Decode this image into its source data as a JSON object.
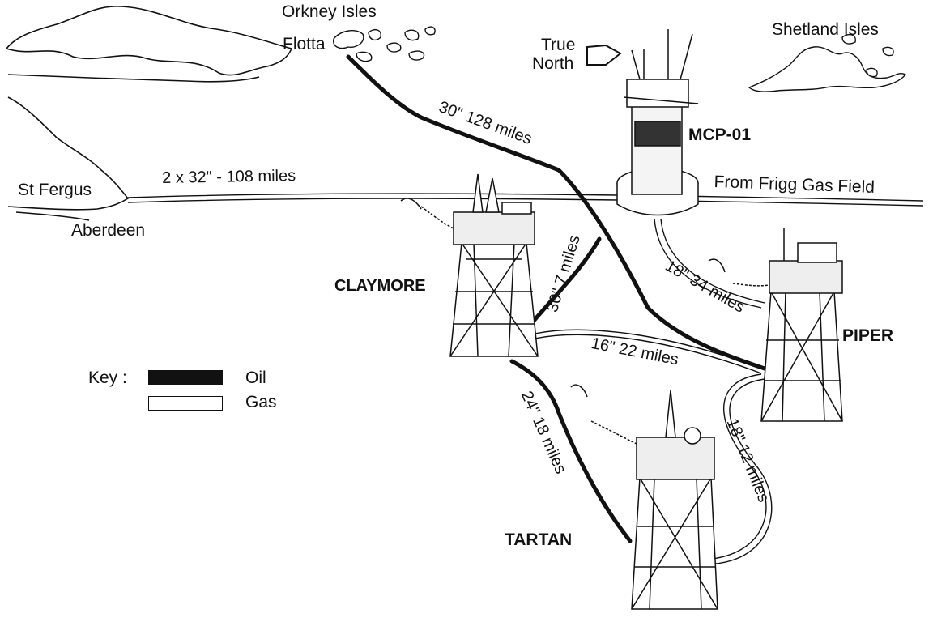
{
  "places": {
    "orkney": "Orkney Isles",
    "flotta": "Flotta",
    "true_north": "True\nNorth",
    "true_north_line1": "True",
    "true_north_line2": "North",
    "shetland": "Shetland Isles",
    "st_fergus": "St Fergus",
    "aberdeen": "Aberdeen",
    "frigg": "From Frigg Gas Field"
  },
  "platforms": {
    "mcp01": "MCP-01",
    "claymore": "CLAYMORE",
    "piper": "PIPER",
    "tartan": "TARTAN"
  },
  "pipelines": [
    {
      "id": "flotta-piper",
      "label": "30\" 128 miles",
      "type": "oil"
    },
    {
      "id": "stfergus-frigg",
      "label": "2 x 32\" - 108 miles",
      "type": "gas"
    },
    {
      "id": "claymore-oil",
      "label": "30\" 7 miles",
      "type": "oil"
    },
    {
      "id": "mcp-piper",
      "label": "18\" 34 miles",
      "type": "gas"
    },
    {
      "id": "claymore-piper",
      "label": "16\" 22 miles",
      "type": "gas"
    },
    {
      "id": "tartan-claymore",
      "label": "24\" 18 miles",
      "type": "oil"
    },
    {
      "id": "piper-tartan",
      "label": "18\" 12 miles",
      "type": "gas"
    }
  ],
  "key": {
    "title": "Key :",
    "oil": "Oil",
    "gas": "Gas",
    "oil_color": "#111111",
    "gas_color": "#ffffff"
  }
}
